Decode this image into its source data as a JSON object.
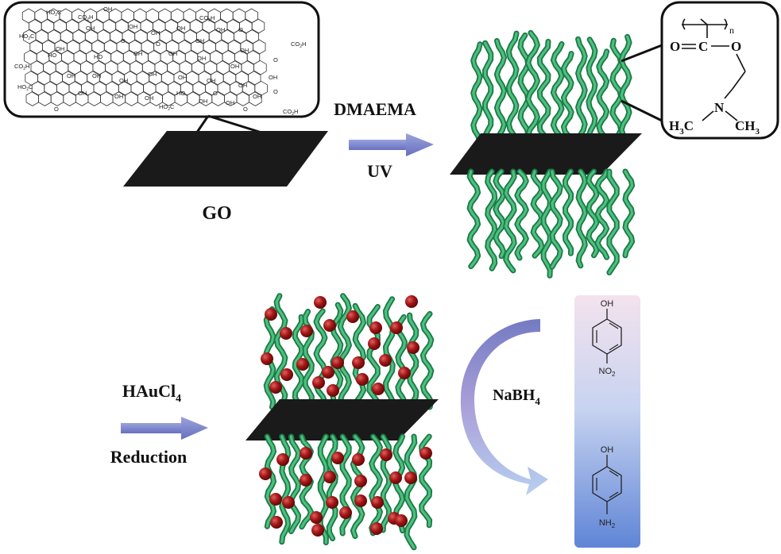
{
  "labels": {
    "go": "GO",
    "monomer": "DMAEMA",
    "uv": "UV",
    "gold_precursor": "HAuCl",
    "gold_precursor_sub": "4",
    "reduction": "Reduction",
    "reductant": "NaBH",
    "reductant_sub": "4"
  },
  "go_structure": {
    "co2h": "CO",
    "co2h_sub": "2",
    "co2h_tail": "H",
    "ho2c_head": "HO",
    "ho2c_sub": "2",
    "ho2c_tail": "C",
    "oh": "OH",
    "ho": "HO",
    "o": "O"
  },
  "polymer_structure": {
    "repeat_n": "n",
    "carbonyl_o": "O",
    "carbonyl_c": "C",
    "ester_o": "O",
    "nitrogen": "N",
    "left_methyl": "H",
    "left_methyl_sub": "3",
    "left_methyl_tail": "C",
    "right_methyl": "CH",
    "right_methyl_sub": "3"
  },
  "reaction_panel": {
    "top_oh": "OH",
    "nitro": "NO",
    "nitro_sub": "2",
    "bottom_oh": "OH",
    "amine": "NH",
    "amine_sub": "2"
  },
  "colors": {
    "chain": "#2f9a62",
    "chain_light": "#6fd39a",
    "sheet": "#1c1c1c",
    "gold_particle": "#a81e1e",
    "arrow": "#7b83c9",
    "panel_top": "#f2e2ef",
    "panel_bottom": "#6d8fd8"
  }
}
